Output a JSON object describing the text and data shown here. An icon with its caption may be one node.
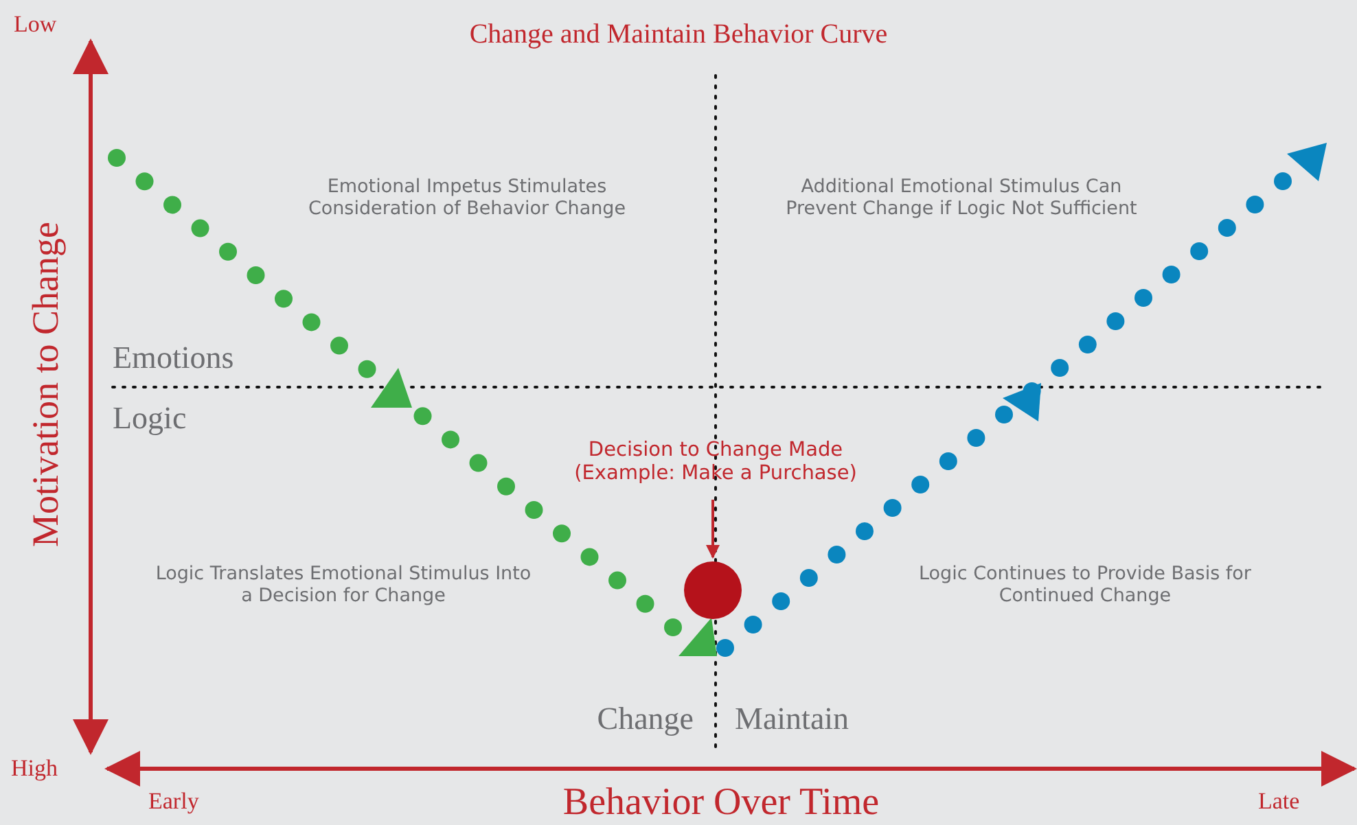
{
  "diagram": {
    "title": "Change and Maintain Behavior Curve",
    "nodes": [
      {
        "text": [
          "Decision to Change Made (Example: Make a Purchase)"
        ]
      },
      {
        "text": [],
        "shape": "circle"
      }
    ],
    "edges": [
      {
        "from": 0,
        "to": 1,
        "arrow": "to"
      }
    ],
    "labels": [
      "Low",
      "High",
      "Motivation to Change",
      "Emotional Impetus Stimulates Consideration of Behavior Change",
      "Additional Emotional Stimulus Can Prevent Change if Logic Not Sufficient",
      "Emotions",
      "Logic",
      "Logic Translates Emotional Stimulus Into a Decision for Change",
      "Logic Continues to Provide Basis for Continued Change",
      "Change",
      "Maintain",
      "Early",
      "Behavior Over Time",
      "Late"
    ]
  }
}
